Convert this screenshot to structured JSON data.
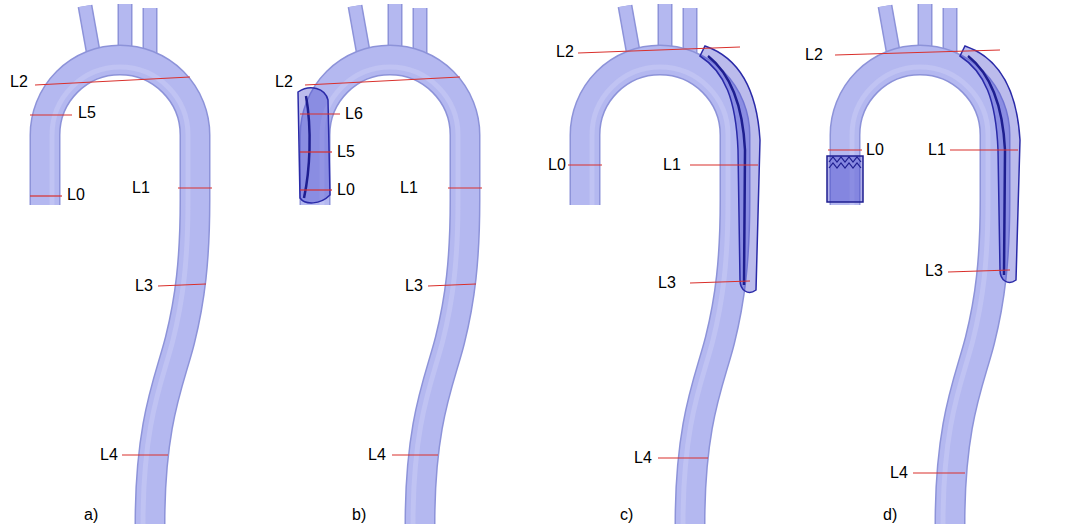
{
  "diagram": {
    "labels": [
      "L2",
      "L5",
      "L0",
      "L1",
      "L3",
      "L4",
      "a)",
      "L2",
      "L6",
      "L5",
      "L0",
      "L1",
      "L3",
      "L4",
      "b)",
      "L2",
      "L0",
      "L1",
      "L3",
      "L4",
      "c)",
      "L2",
      "L0",
      "L1",
      "L3",
      "L4",
      "d)"
    ]
  }
}
